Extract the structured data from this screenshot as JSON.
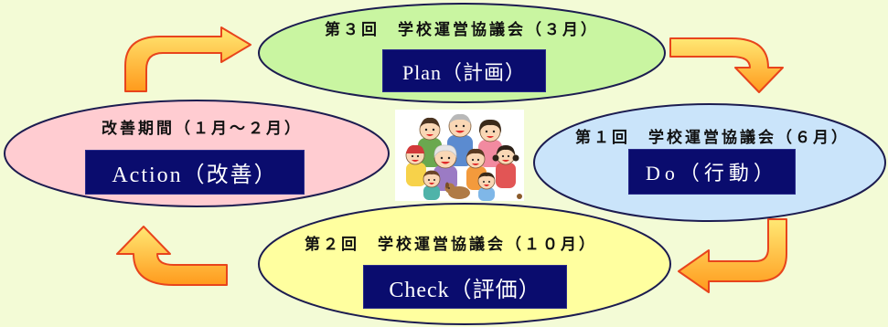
{
  "colors": {
    "background": "#f3fbd6",
    "plan_fill": "#c9f5a1",
    "do_fill": "#cae4fa",
    "check_fill": "#ffff9f",
    "action_fill": "#ffccd1",
    "ellipse_stroke": "#1c1c50",
    "box_fill": "#0a0c6e",
    "arrow_fill_light": "#ffe874",
    "arrow_fill_dark": "#ff9a1c",
    "arrow_stroke": "#e8441c"
  },
  "cycle": {
    "plan": {
      "meeting": "第３回　学校運営協議会（３月）",
      "stage": "Plan（計画）"
    },
    "do": {
      "meeting": "第１回　学校運営協議会（６月）",
      "stage": "Do（行動）"
    },
    "check": {
      "meeting": "第２回　学校運営協議会（１０月）",
      "stage": "Check（評価）"
    },
    "action": {
      "meeting": "改善期間（１月～２月）",
      "stage": "Action（改善）"
    }
  },
  "icons": {
    "arrows": "curved-arrow-icon",
    "center": "family-group-illustration"
  }
}
